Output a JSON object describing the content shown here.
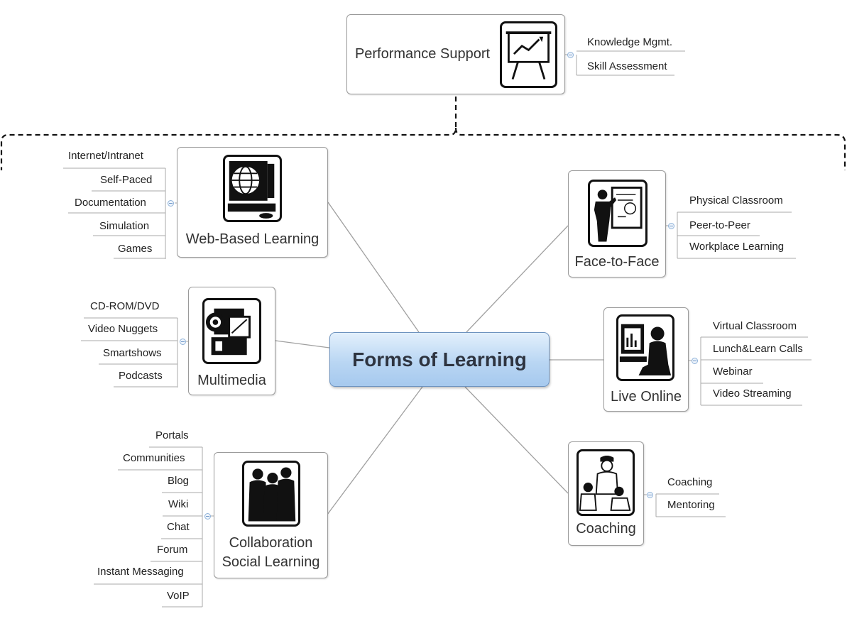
{
  "central_topic": "Forms of Learning",
  "performance_support": {
    "title": "Performance Support",
    "icon": "presentation-chart-icon",
    "leaves": [
      "Knowledge Mgmt.",
      "Skill Assessment"
    ]
  },
  "web_based": {
    "title": "Web-Based Learning",
    "icon": "computer-globe-icon",
    "leaves": [
      "Internet/Intranet",
      "Self-Paced",
      "Documentation",
      "Simulation",
      "Games"
    ]
  },
  "multimedia": {
    "title": "Multimedia",
    "icon": "video-camera-icon",
    "leaves": [
      "CD-ROM/DVD",
      "Video Nuggets",
      "Smartshows",
      "Podcasts"
    ]
  },
  "collaboration": {
    "title_line1": "Collaboration",
    "title_line2": "Social Learning",
    "icon": "people-group-icon",
    "leaves": [
      "Portals",
      "Communities",
      "Blog",
      "Wiki",
      "Chat",
      "Forum",
      "Instant Messaging",
      "VoIP"
    ]
  },
  "face_to_face": {
    "title": "Face-to-Face",
    "icon": "teacher-board-icon",
    "leaves": [
      "Physical Classroom",
      "Peer-to-Peer",
      "Workplace Learning"
    ]
  },
  "live_online": {
    "title": "Live Online",
    "icon": "person-at-computer-icon",
    "leaves": [
      "Virtual Classroom",
      "Lunch&Learn Calls",
      "Webinar",
      "Video Streaming"
    ]
  },
  "coaching": {
    "title": "Coaching",
    "icon": "coach-group-icon",
    "leaves": [
      "Coaching",
      "Mentoring"
    ]
  },
  "colors": {
    "center_fill": "#b9d6f3",
    "connector": "#a0a0a0",
    "bracket": "#111111"
  }
}
